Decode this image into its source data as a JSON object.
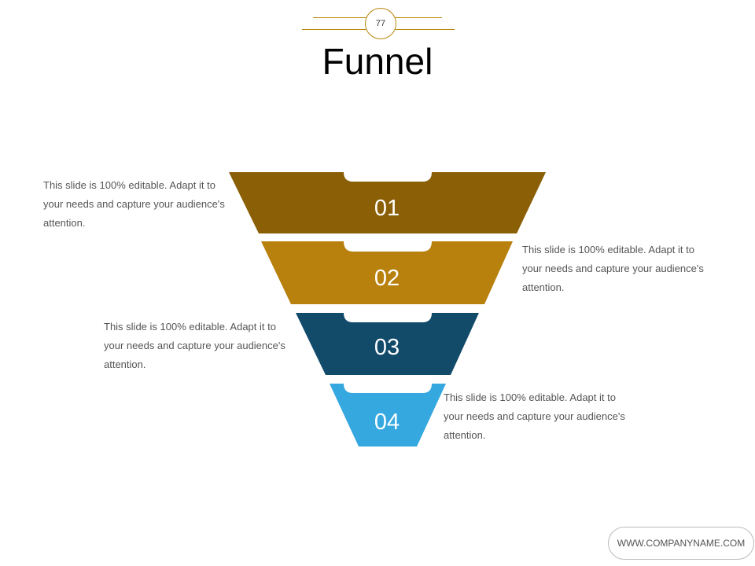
{
  "slide": {
    "page_number": "77",
    "title": "Funnel",
    "footer": "WWW.COMPANYNAME.COM"
  },
  "funnel": {
    "stages": [
      {
        "label": "01",
        "color": "#8a5f06",
        "description": "This slide is 100% editable. Adapt it to your needs and capture your audience's attention."
      },
      {
        "label": "02",
        "color": "#b8800c",
        "description": "This slide is 100% editable. Adapt it to your needs and capture your audience's attention."
      },
      {
        "label": "03",
        "color": "#124a6a",
        "description": "This slide is 100% editable. Adapt it to your needs and capture your audience's attention."
      },
      {
        "label": "04",
        "color": "#35a8e0",
        "description": "This slide is 100% editable. Adapt it to your needs and capture your audience's attention."
      }
    ]
  }
}
